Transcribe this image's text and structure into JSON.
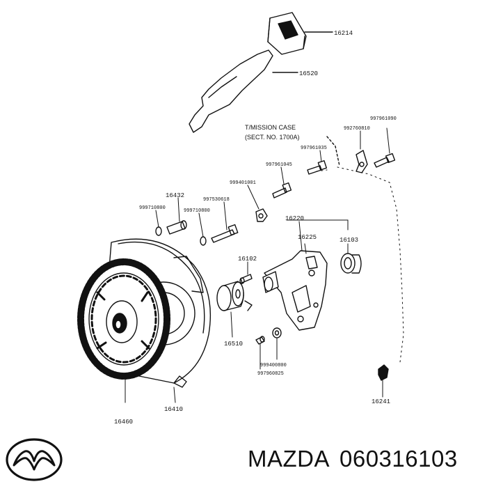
{
  "brand": {
    "name": "MAZDA",
    "part_number": "060316103"
  },
  "logo": {
    "icon": "mazda-logo-icon"
  },
  "diagram": {
    "note_lines": [
      "T/MISSION CASE",
      "(SECT. NO. 1700A)"
    ],
    "labels": {
      "p16214": "16214",
      "p16520": "16520",
      "p997961090": "997961090",
      "p992760810": "992760810",
      "p997961035": "997961035",
      "p997961045": "997961045",
      "p999401001": "999401001",
      "p16432": "16432",
      "p999710800a": "999710800",
      "p997530618": "997530618",
      "p999710800b": "999710800",
      "p16220": "16220",
      "p16225": "16225",
      "p16103": "16103",
      "p16102": "16102",
      "p16510": "16510",
      "p999400800": "999400800",
      "p997960825": "997960825",
      "p16410": "16410",
      "p16460": "16460",
      "p16241": "16241"
    }
  }
}
